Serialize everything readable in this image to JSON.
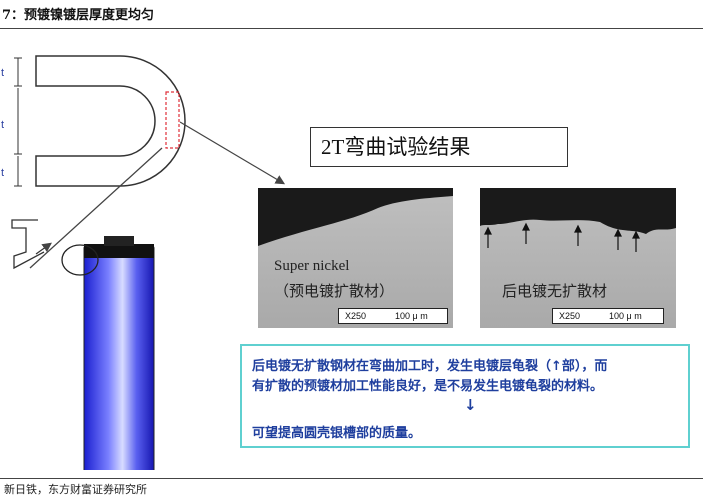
{
  "figure": {
    "title": "7：预镀镍镀层厚度更均匀",
    "source": "新日铁，东方财富证券研究所"
  },
  "diagram": {
    "side_labels": [
      "t",
      "t",
      "t"
    ],
    "result_title": "2T弯曲试验结果",
    "left_sample": {
      "line1": "Super nickel",
      "line2": "（预电镀扩散材）",
      "scale_mag": "X250",
      "scale_len": "100 μ m"
    },
    "right_sample": {
      "label": "后电镀无扩散材",
      "scale_mag": "X250",
      "scale_len": "100 μ m"
    },
    "note": {
      "line1": "后电镀无扩散钢材在弯曲加工时，发生电镀层龟裂（↑部），而",
      "line2": "有扩散的预镀材加工性能良好，是不易发生电镀龟裂的材料。",
      "arrow": "↓",
      "line3": "可望提高圆壳银槽部的质量。"
    },
    "colors": {
      "note_text": "#1f3f9e",
      "note_border": "#5fd0d0",
      "battery_body": "#2a2ff0",
      "bend_marker": "#e0303a"
    }
  }
}
